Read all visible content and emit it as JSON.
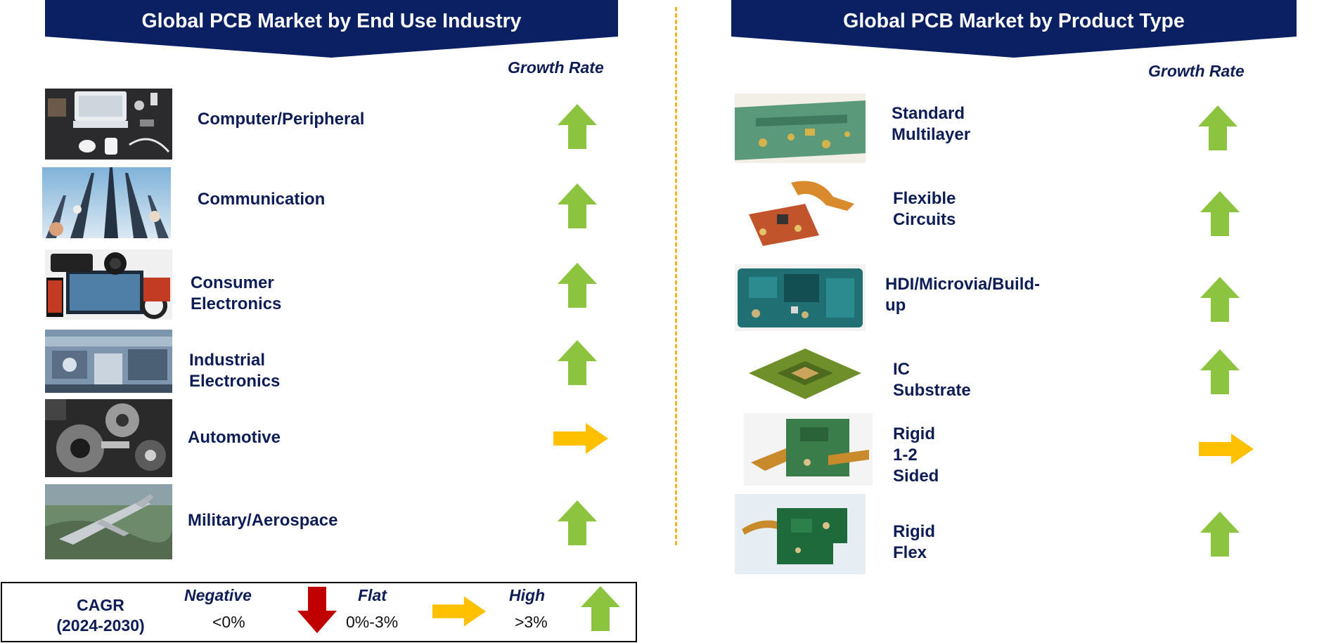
{
  "left_panel": {
    "title": "Global PCB Market by End Use Industry",
    "growth_header": "Growth Rate",
    "items": [
      {
        "label": "Computer/Peripheral",
        "image": "laptop-peripherals-photo",
        "trend": "up"
      },
      {
        "label": "Communication",
        "image": "telecom-towers-photo",
        "trend": "up"
      },
      {
        "label": "Consumer Electronics",
        "image": "consumer-devices-photo",
        "trend": "up"
      },
      {
        "label": "Industrial Electronics",
        "image": "industrial-machinery-photo",
        "trend": "up"
      },
      {
        "label": "Automotive",
        "image": "engine-gears-photo",
        "trend": "flat"
      },
      {
        "label": "Military/Aerospace",
        "image": "fighter-jet-photo",
        "trend": "up"
      }
    ]
  },
  "right_panel": {
    "title": "Global PCB Market by Product Type",
    "growth_header": "Growth Rate",
    "items": [
      {
        "label": "Standard\nMultilayer",
        "image": "multilayer-pcb-photo",
        "trend": "up"
      },
      {
        "label": "Flexible\nCircuits",
        "image": "flexible-circuit-photo",
        "trend": "up"
      },
      {
        "label": "HDI/Microvia/Build-\nup",
        "image": "hdi-board-photo",
        "trend": "up"
      },
      {
        "label": "IC Substrate",
        "image": "ic-substrate-photo",
        "trend": "up"
      },
      {
        "label": "Rigid 1-2\nSided",
        "image": "rigid-board-photo",
        "trend": "flat"
      },
      {
        "label": "Rigid Flex",
        "image": "rigid-flex-pcb-photo",
        "trend": "up"
      }
    ]
  },
  "legend": {
    "cagr_label": "CAGR",
    "period": "(2024-2030)",
    "negative": {
      "label": "Negative",
      "range": "<0%",
      "icon": "red-down-arrow-icon"
    },
    "flat": {
      "label": "Flat",
      "range": "0%-3%",
      "icon": "orange-right-arrow-icon"
    },
    "high": {
      "label": "High",
      "range": ">3%",
      "icon": "green-up-arrow-icon"
    }
  },
  "colors": {
    "banner": "#0b1f63",
    "text": "#0f1d57",
    "up": "#8cc43f",
    "flat": "#ffc000",
    "down": "#c00000",
    "divider": "#f5b324"
  }
}
